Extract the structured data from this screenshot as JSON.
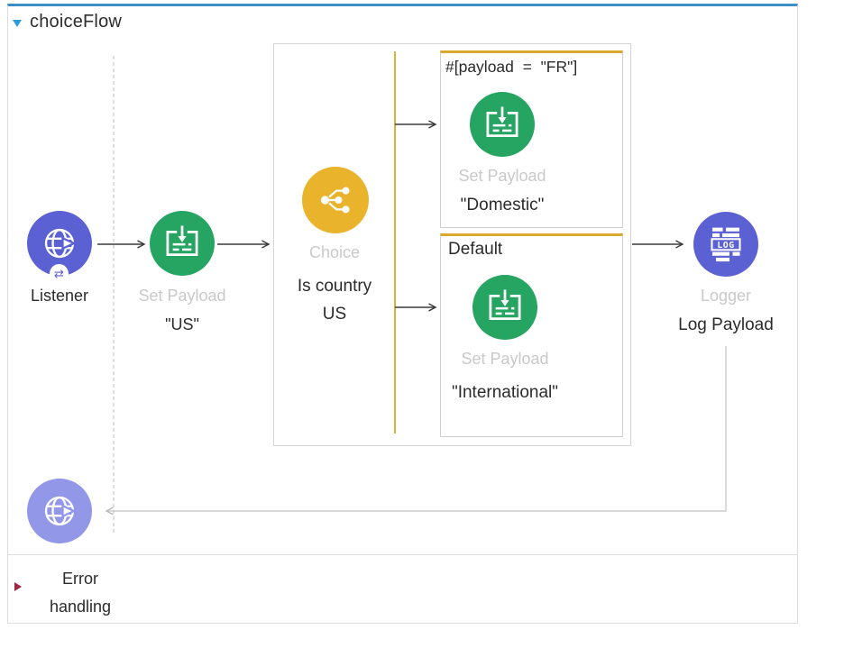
{
  "flow": {
    "title": "choiceFlow",
    "listener": {
      "type_label": "Listener",
      "response_icon_char": "⇄"
    },
    "set_payload_us": {
      "type_label": "Set Payload",
      "doc_name": "\"US\""
    },
    "choice": {
      "type_label": "Choice",
      "doc_name": "Is country US"
    },
    "when_branch": {
      "expression": "#[payload  =  \"FR\"]",
      "set_payload": {
        "type_label": "Set Payload",
        "doc_name": "\"Domestic\""
      }
    },
    "default_branch": {
      "label": "Default",
      "set_payload": {
        "type_label": "Set Payload",
        "doc_name": "\"International\""
      }
    },
    "logger": {
      "type_label": "Logger",
      "doc_name": "Log Payload",
      "icon_text": "LOG"
    },
    "error_handling": {
      "label": "Error handling"
    }
  },
  "colors": {
    "flow_top_bar": "#3e8dc5",
    "title_caret_blue": "#2d9bd8",
    "listener_purple": "#5b61d2",
    "logger_purple": "#5b61d2",
    "source_response_purple": "#9297e8",
    "set_payload_green": "#26a461",
    "choice_amber": "#e9b32c",
    "branch_accent_gold": "#d8a92b",
    "error_caret_red": "#a22743",
    "muted_label_gray": "#c9c9c9",
    "text_dark": "#2b2b2b"
  }
}
